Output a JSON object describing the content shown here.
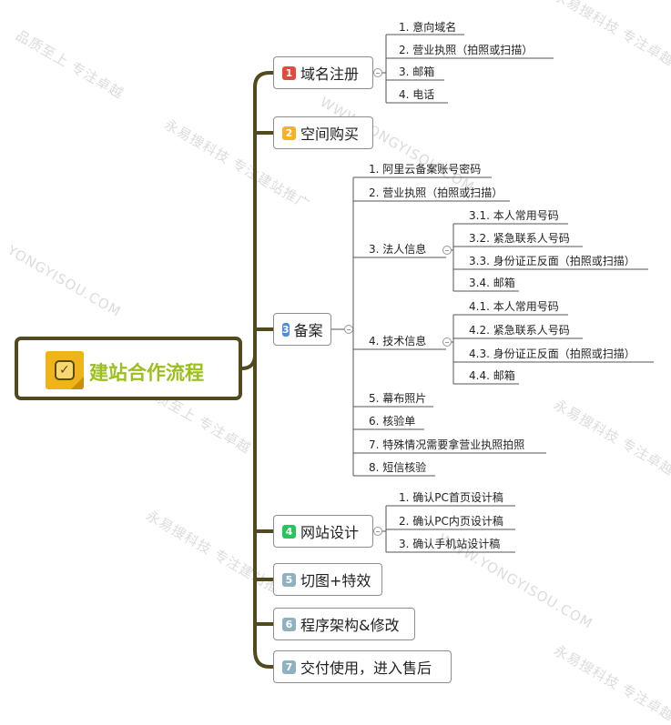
{
  "root": {
    "title": "建站合作流程"
  },
  "watermarks": [
    "永易搜科技  专注卓越",
    "WWW.YONGYISOU.COM",
    "品质至上  专注卓越",
    "永易搜科技  专注建站推广",
    "YONGYISOU.COM"
  ],
  "colors": {
    "branch": "#504a1e",
    "badge1": "#e04b3f",
    "badge2": "#f5b324",
    "badge3": "#4e8ae0",
    "badge4": "#29c45b",
    "badge_gray": "#8fb2c0",
    "title": "#9bbf1c"
  },
  "topics": [
    {
      "num": "1",
      "label": "域名注册",
      "children": [
        "1. 意向域名",
        "2. 营业执照（拍照或扫描）",
        "3. 邮箱",
        "4. 电话"
      ]
    },
    {
      "num": "2",
      "label": "空间购买"
    },
    {
      "num": "3",
      "label": "备案",
      "children": [
        "1. 阿里云备案账号密码",
        "2. 营业执照（拍照或扫描）",
        "3. 法人信息",
        "4. 技术信息",
        "5. 幕布照片",
        "6. 核验单",
        "7. 特殊情况需要拿营业执照拍照",
        "8. 短信核验"
      ],
      "legal_children": [
        "3.1. 本人常用号码",
        "3.2. 紧急联系人号码",
        "3.3. 身份证正反面（拍照或扫描）",
        "3.4. 邮箱"
      ],
      "tech_children": [
        "4.1. 本人常用号码",
        "4.2. 紧急联系人号码",
        "4.3. 身份证正反面（拍照或扫描）",
        "4.4. 邮箱"
      ]
    },
    {
      "num": "4",
      "label": "网站设计",
      "children": [
        "1. 确认PC首页设计稿",
        "2. 确认PC内页设计稿",
        "3. 确认手机站设计稿"
      ]
    },
    {
      "num": "5",
      "label": "切图+特效"
    },
    {
      "num": "6",
      "label": "程序架构&修改"
    },
    {
      "num": "7",
      "label": "交付使用，进入售后"
    }
  ]
}
